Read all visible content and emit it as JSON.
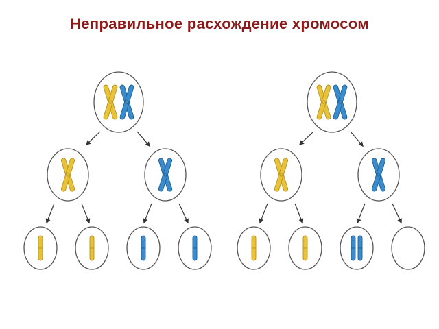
{
  "title": "Неправильное расхождение хромосом",
  "colors": {
    "title": "#8b1a1a",
    "chromosome_yellow": "#e8c33a",
    "chromosome_yellow_edge": "#b8911a",
    "chromosome_blue": "#3a8ccc",
    "chromosome_blue_edge": "#1f5f93",
    "cell_outline": "#555555",
    "arrow": "#333333"
  },
  "diagrams": [
    {
      "name": "normal-segregation",
      "parent": "two X-shaped chromosomes (yellow and blue)",
      "daughters": [
        "yellow X chromosome",
        "blue X chromosome"
      ],
      "gametes": [
        "yellow chromatid",
        "yellow chromatid",
        "blue chromatid",
        "blue chromatid"
      ]
    },
    {
      "name": "nondisjunction",
      "parent": "two X-shaped chromosomes (yellow and blue)",
      "daughters": [
        "yellow X chromosome",
        "blue X chromosome"
      ],
      "gametes": [
        "yellow chromatid",
        "yellow chromatid",
        "two blue chromatids",
        "empty"
      ]
    }
  ]
}
